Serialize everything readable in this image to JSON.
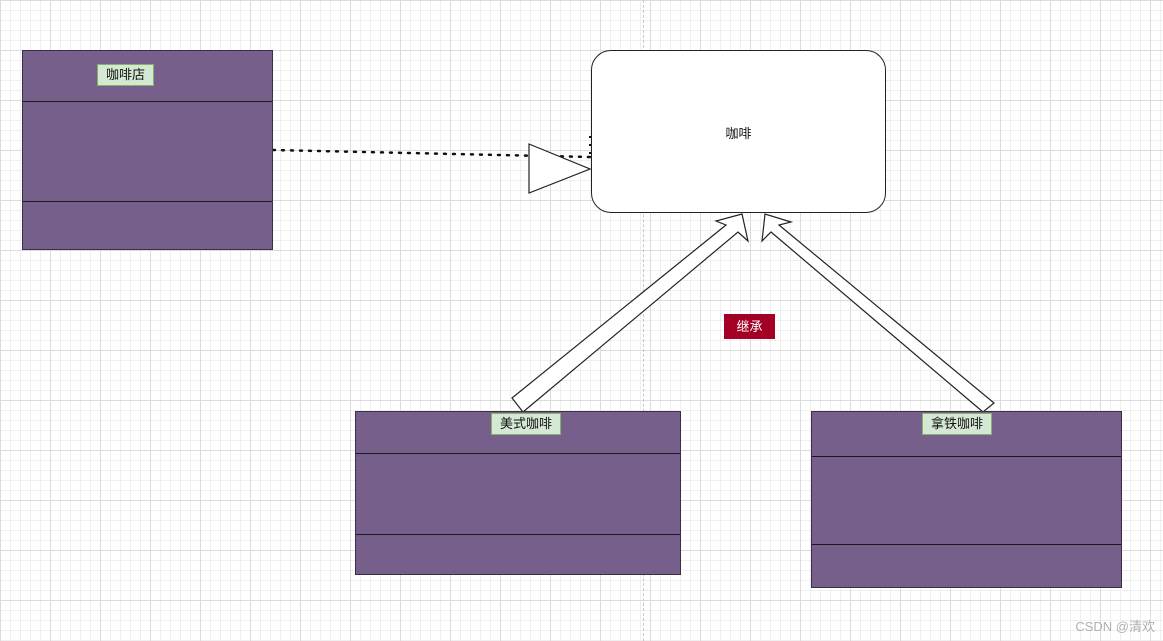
{
  "classes": {
    "cafe": {
      "name": "咖啡店"
    },
    "coffee": {
      "name": "咖啡"
    },
    "americano": {
      "name": "美式咖啡"
    },
    "latte": {
      "name": "拿铁咖啡"
    }
  },
  "relation_label": "继承",
  "watermark": "CSDN @清欢",
  "colors": {
    "class_fill": "#765f8a",
    "label_fill": "#d5e8d4",
    "label_border": "#82b366",
    "badge_fill": "#a20025"
  }
}
